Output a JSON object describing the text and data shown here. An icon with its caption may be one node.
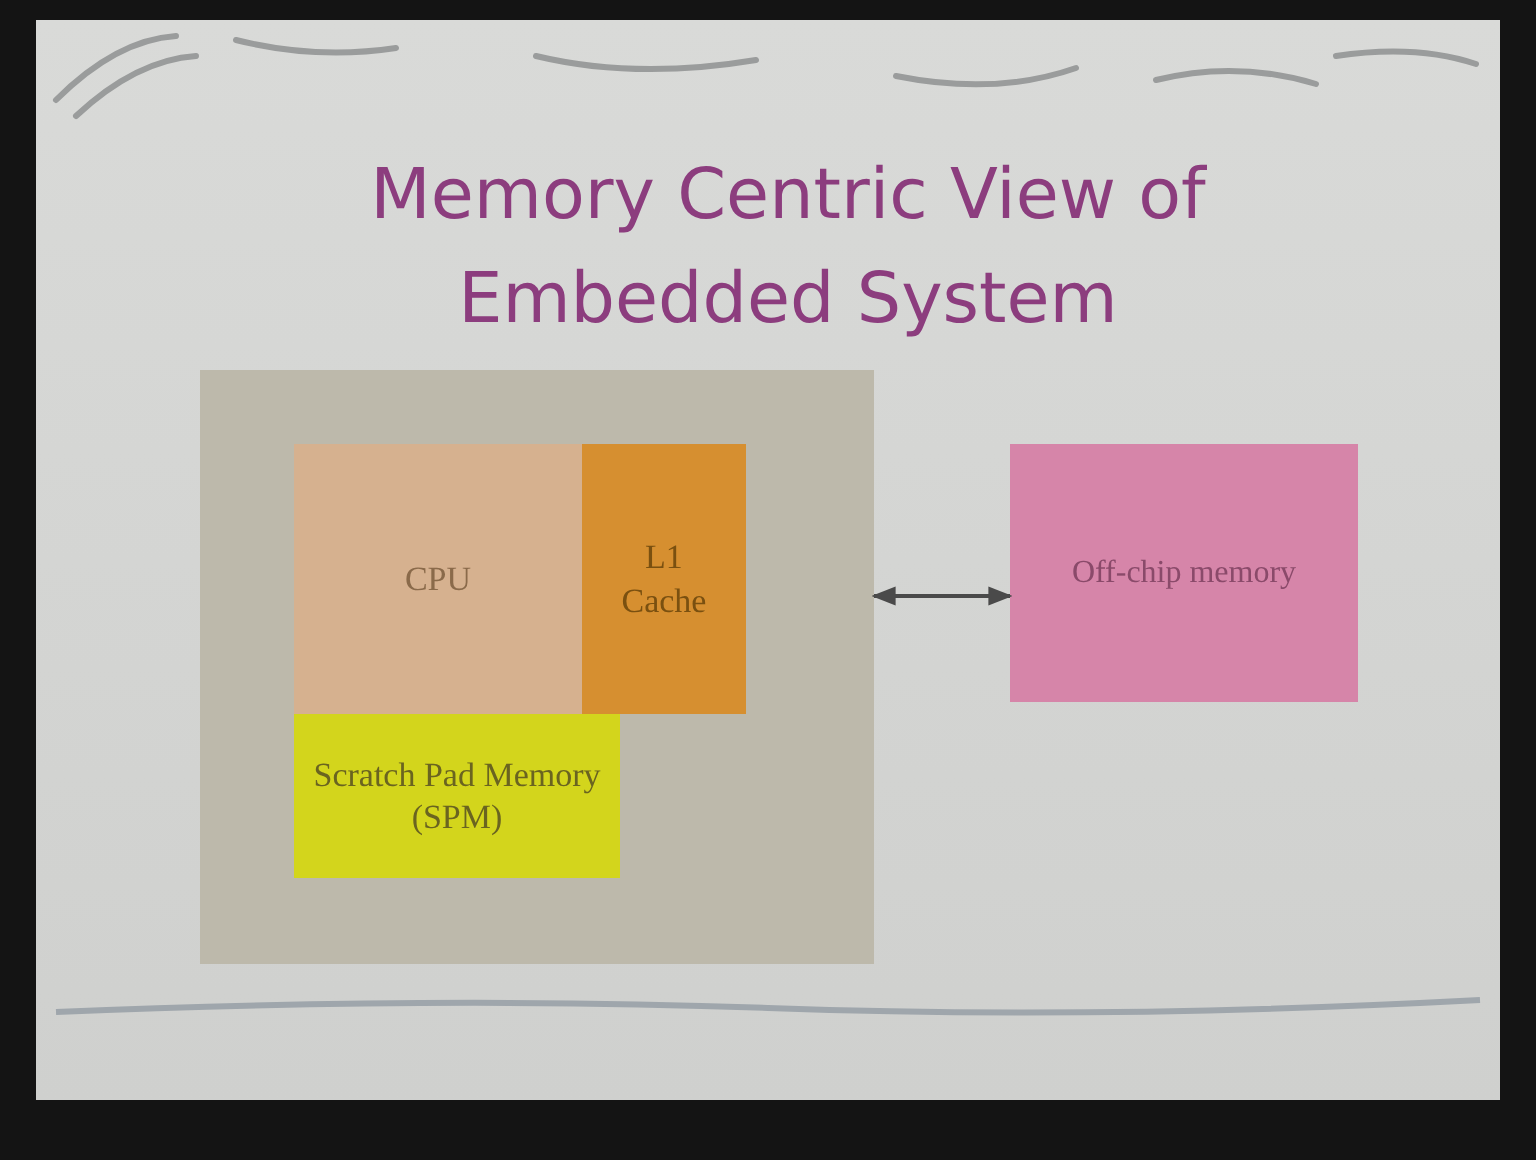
{
  "diagram": {
    "title": "Memory Centric View of Embedded System",
    "nodes": [
      {
        "text": [],
        "shape": "box"
      },
      {
        "text": [
          "CPU"
        ],
        "in": 0
      },
      {
        "text": [
          "L1 Cache"
        ],
        "in": 0
      },
      {
        "text": [
          "Scratch Pad Memory (SPM)"
        ],
        "in": 0
      },
      {
        "text": [
          "Off-chip memory"
        ]
      }
    ],
    "edges": [
      {
        "from": 0,
        "to": 4,
        "arrow": "both"
      }
    ]
  }
}
